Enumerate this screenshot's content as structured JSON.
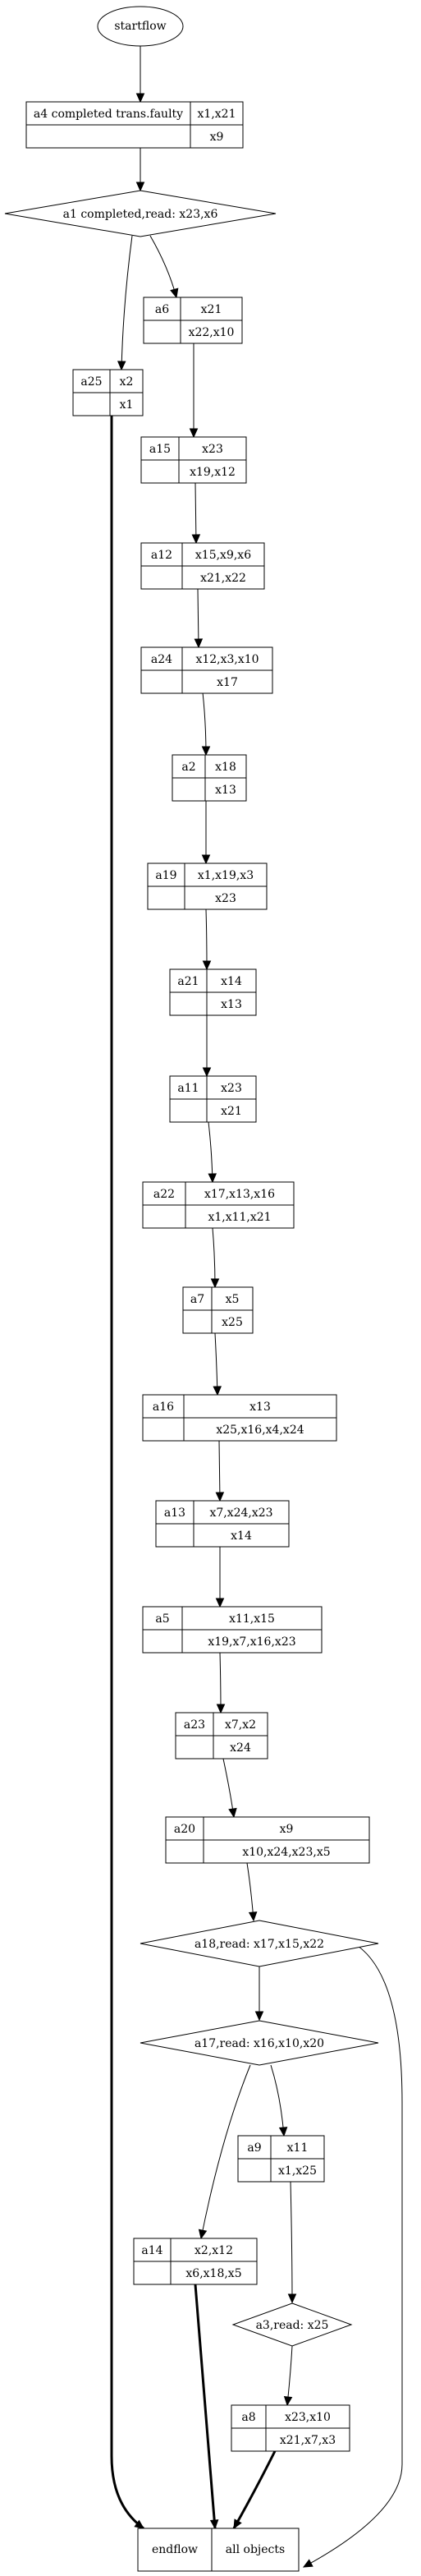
{
  "start": {
    "label": "startflow"
  },
  "end": {
    "left": "endflow",
    "right": "all objects"
  },
  "records": {
    "a4": {
      "left": "a4 completed trans.faulty",
      "top": "x1,x21",
      "bottom": "x9"
    },
    "a6": {
      "left": "a6",
      "top": "x21",
      "bottom": "x22,x10"
    },
    "a25": {
      "left": "a25",
      "top": "x2",
      "bottom": "x1"
    },
    "a15": {
      "left": "a15",
      "top": "x23",
      "bottom": "x19,x12"
    },
    "a12": {
      "left": "a12",
      "top": "x15,x9,x6",
      "bottom": "x21,x22"
    },
    "a24": {
      "left": "a24",
      "top": "x12,x3,x10",
      "bottom": "x17"
    },
    "a2": {
      "left": "a2",
      "top": "x18",
      "bottom": "x13"
    },
    "a19": {
      "left": "a19",
      "top": "x1,x19,x3",
      "bottom": "x23"
    },
    "a21": {
      "left": "a21",
      "top": "x14",
      "bottom": "x13"
    },
    "a11": {
      "left": "a11",
      "top": "x23",
      "bottom": "x21"
    },
    "a22": {
      "left": "a22",
      "top": "x17,x13,x16",
      "bottom": "x1,x11,x21"
    },
    "a7": {
      "left": "a7",
      "top": "x5",
      "bottom": "x25"
    },
    "a16": {
      "left": "a16",
      "top": "x13",
      "bottom": "x25,x16,x4,x24"
    },
    "a13": {
      "left": "a13",
      "top": "x7,x24,x23",
      "bottom": "x14"
    },
    "a5": {
      "left": "a5",
      "top": "x11,x15",
      "bottom": "x19,x7,x16,x23"
    },
    "a23": {
      "left": "a23",
      "top": "x7,x2",
      "bottom": "x24"
    },
    "a20": {
      "left": "a20",
      "top": "x9",
      "bottom": "x10,x24,x23,x5"
    },
    "a9": {
      "left": "a9",
      "top": "x11",
      "bottom": "x1,x25"
    },
    "a14": {
      "left": "a14",
      "top": "x2,x12",
      "bottom": "x6,x18,x5"
    },
    "a8": {
      "left": "a8",
      "top": "x23,x10",
      "bottom": "x21,x7,x3"
    }
  },
  "decisions": {
    "a1": {
      "label": "a1 completed,read: x23,x6"
    },
    "a18": {
      "label": "a18,read: x17,x15,x22"
    },
    "a17": {
      "label": "a17,read: x16,x10,x20"
    },
    "a3": {
      "label": "a3,read: x25"
    }
  }
}
